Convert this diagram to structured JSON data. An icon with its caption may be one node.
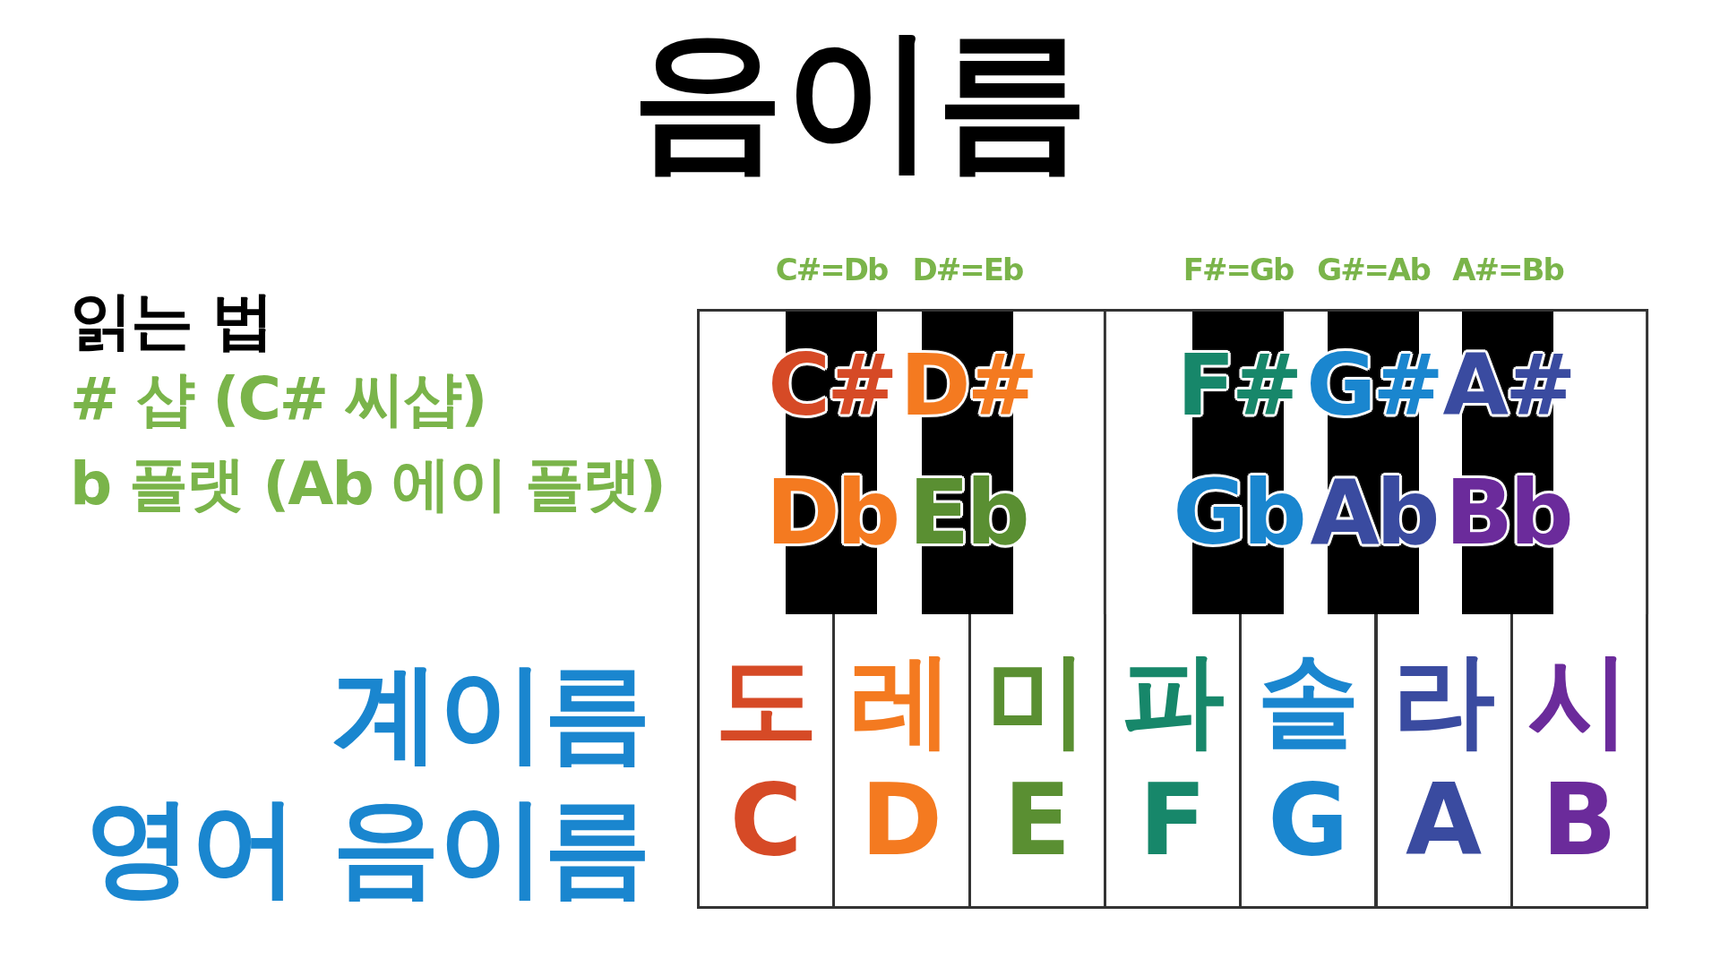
{
  "diagram": {
    "title": "음이름",
    "nodes": [
      {
        "text": [
          "도",
          "C"
        ]
      },
      {
        "text": [
          "레",
          "D"
        ]
      },
      {
        "text": [
          "미",
          "E"
        ]
      },
      {
        "text": [
          "파",
          "F"
        ]
      },
      {
        "text": [
          "솔",
          "G"
        ]
      },
      {
        "text": [
          "라",
          "A"
        ]
      },
      {
        "text": [
          "시",
          "B"
        ]
      },
      {
        "text": [
          "C#",
          "Db"
        ],
        "beside": [
          "C#=Db"
        ]
      },
      {
        "text": [
          "D#",
          "Eb"
        ],
        "beside": [
          "D#=Eb"
        ]
      },
      {
        "text": [
          "F#",
          "Gb"
        ],
        "beside": [
          "F#=Gb"
        ]
      },
      {
        "text": [
          "G#",
          "Ab"
        ],
        "beside": [
          "G#=Ab"
        ]
      },
      {
        "text": [
          "A#",
          "Bb"
        ],
        "beside": [
          "A#=Bb"
        ]
      }
    ],
    "labels": [
      "읽는 법",
      "# 샵  (C# 씨샵)",
      "b 플랫  (Ab 에이 플랫)",
      "계이름",
      "영어 음이름"
    ]
  }
}
